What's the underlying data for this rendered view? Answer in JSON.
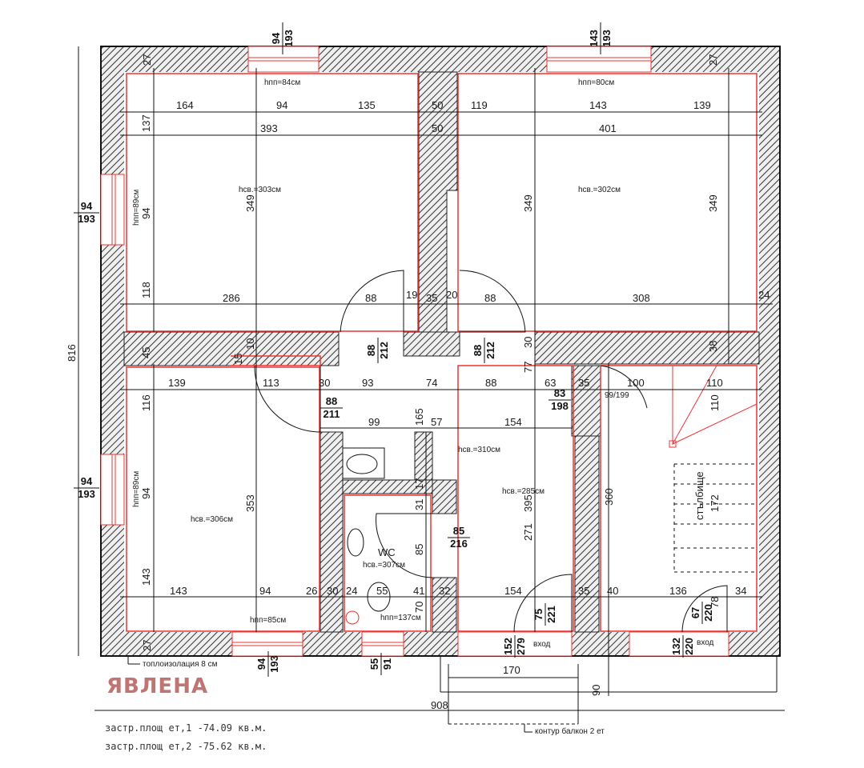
{
  "brand": "ЯВЛЕНА",
  "stats": [
    "застр.площ ет,1 -74.09 кв.м.",
    "застр.площ ет,2 -75.62 кв.м."
  ],
  "notes": {
    "insulation": "топлоизолация 8 см",
    "balcony": "контур балкон 2 ет",
    "entrance": "вход",
    "stairs": "стълбище",
    "wc": "WC"
  },
  "heights": {
    "room_tl": "hсв.=303см",
    "room_tr": "hсв.=302см",
    "room_bl": "hсв.=306см",
    "hall": "hсв.=310см",
    "hall2": "hсв.=285см",
    "wc": "hсв.=307см",
    "sill_top_left": "hпп=84см",
    "sill_top_right": "hпп=80см",
    "sill_left_1": "hпп=89см",
    "sill_left_2": "hпп=89см",
    "sill_bottom": "hпп=85см",
    "sill_wc": "hпп=137см"
  },
  "openings": {
    "win_top_left": [
      "94",
      "193"
    ],
    "win_top_right": [
      "143",
      "193"
    ],
    "win_left_1": [
      "94",
      "193"
    ],
    "win_left_2": [
      "94",
      "193"
    ],
    "win_bottom_left": [
      "94",
      "193"
    ],
    "win_bottom_wc": [
      "55",
      "91"
    ],
    "door_1": [
      "88",
      "212"
    ],
    "door_2": [
      "88",
      "212"
    ],
    "door_3": [
      "88",
      "211"
    ],
    "door_4": [
      "83",
      "198"
    ],
    "door_5": [
      "85",
      "216"
    ],
    "door_6": [
      "75",
      "221"
    ],
    "door_7": [
      "67",
      "220"
    ],
    "door_8": [
      "152",
      "279"
    ],
    "door_9": [
      "132",
      "220"
    ],
    "door_10": "99/199"
  },
  "dims": {
    "overall_w": "908",
    "overall_h": "816",
    "balcony_w": "170",
    "balcony_d": "90",
    "t27a": "27",
    "t27b": "27",
    "t27c": "27",
    "r1": [
      "164",
      "94",
      "135",
      "50",
      "119",
      "143",
      "139"
    ],
    "r2": [
      "393",
      "50",
      "401"
    ],
    "r3": [
      "286",
      "88",
      "19",
      "35",
      "20",
      "88",
      "308",
      "24"
    ],
    "r4": [
      "139",
      "113",
      "30",
      "93",
      "74",
      "88",
      "63",
      "35",
      "100",
      "110"
    ],
    "r5": [
      "99",
      "57",
      "154"
    ],
    "r6": [
      "143",
      "94",
      "26",
      "30",
      "24",
      "55",
      "41",
      "32",
      "154",
      "35",
      "40",
      "136",
      "34"
    ],
    "v_left_top": [
      "137",
      "94",
      "118"
    ],
    "v_left_bot": [
      "116",
      "94",
      "143"
    ],
    "v349a": "349",
    "v349b": "349",
    "v349c": "349",
    "v353": "353",
    "v360": "360",
    "v395": "395",
    "v271": "271",
    "v45": "45",
    "v10": "10",
    "v15": "15",
    "v38": "38",
    "v30": "30",
    "v77": "77",
    "v110": "110",
    "v172": "172",
    "v165": "165",
    "v17": "17",
    "v31": "31",
    "v85": "85",
    "v70": "70",
    "v78": "78"
  }
}
